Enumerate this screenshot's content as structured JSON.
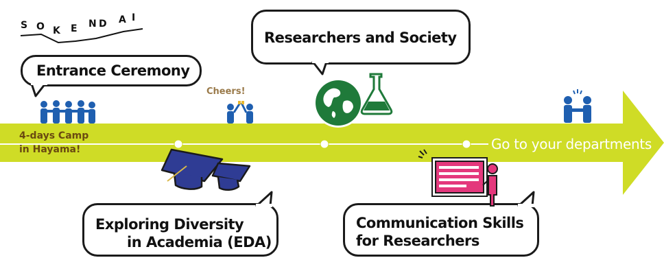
{
  "logo": {
    "letters": [
      "S",
      "O",
      "K",
      "E",
      "N",
      "D",
      "A",
      "I"
    ]
  },
  "events": {
    "entrance_ceremony": "Entrance Ceremony",
    "researchers_society": "Researchers and Society",
    "eda_line1": "Exploring Diversity",
    "eda_line2": "in Academia (EDA)",
    "comm_line1": "Communication Skills",
    "comm_line2": "for Researchers"
  },
  "timeline": {
    "camp_line1": "4-days Camp",
    "camp_line2": "in Hayama!",
    "cheers": "Cheers!",
    "departments": "Go to your departments"
  },
  "colors": {
    "arrow": "#cfdc26",
    "people_blue": "#1f5fb0",
    "globe_green": "#1f7a3a",
    "cap_navy": "#2f3c94",
    "board_pink": "#e4387c",
    "camp_text": "#6a4a10"
  },
  "icons": [
    "people-group-icon",
    "cheers-people-icon",
    "globe-icon",
    "flask-icon",
    "graduation-cap-icon",
    "presentation-board-icon",
    "presenter-icon",
    "handshake-icon"
  ]
}
